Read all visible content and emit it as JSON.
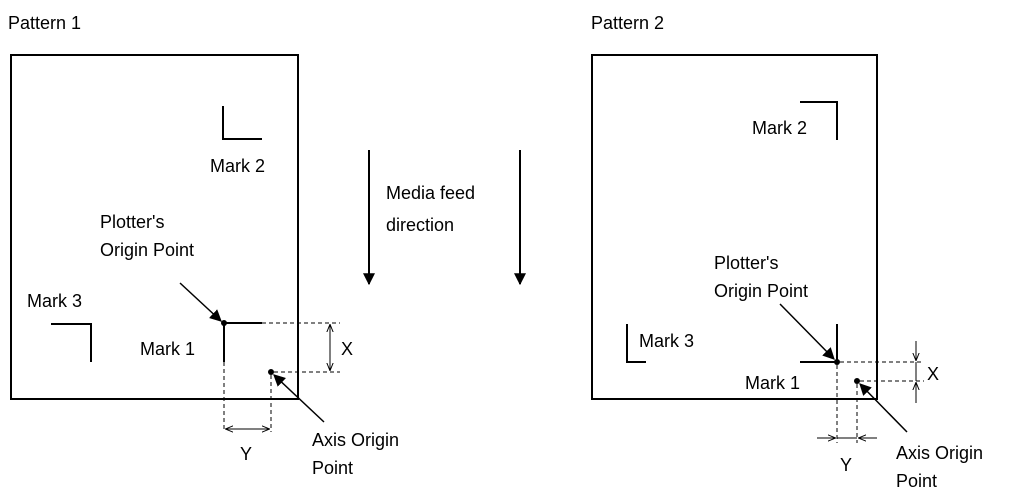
{
  "pattern1": {
    "title": "Pattern 1",
    "mark1": "Mark 1",
    "mark2": "Mark 2",
    "mark3": "Mark 3",
    "origin_line1": "Plotter's",
    "origin_line2": "Origin Point",
    "axis_line1": "Axis Origin",
    "axis_line2": "Point",
    "x_label": "X",
    "y_label": "Y"
  },
  "pattern2": {
    "title": "Pattern 2",
    "mark1": "Mark 1",
    "mark2": "Mark 2",
    "mark3": "Mark 3",
    "origin_line1": "Plotter's",
    "origin_line2": "Origin Point",
    "axis_line1": "Axis Origin",
    "axis_line2": "Point",
    "x_label": "X",
    "y_label": "Y"
  },
  "feed": {
    "line1": "Media feed",
    "line2": "direction"
  }
}
